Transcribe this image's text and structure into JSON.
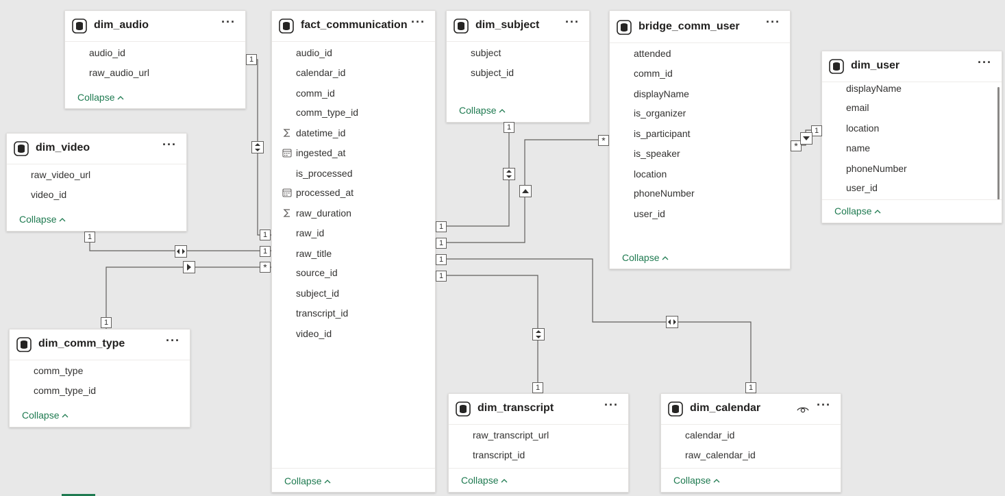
{
  "tables": {
    "dim_audio": {
      "title": "dim_audio",
      "fields": [
        "audio_id",
        "raw_audio_url"
      ],
      "collapse": "Collapse"
    },
    "fact_communication": {
      "title": "fact_communication",
      "fields": [
        "audio_id",
        "calendar_id",
        "comm_id",
        "comm_type_id",
        "datetime_id",
        "ingested_at",
        "is_processed",
        "processed_at",
        "raw_duration",
        "raw_id",
        "raw_title",
        "source_id",
        "subject_id",
        "transcript_id",
        "video_id"
      ],
      "collapse": "Collapse"
    },
    "dim_subject": {
      "title": "dim_subject",
      "fields": [
        "subject",
        "subject_id"
      ],
      "collapse": "Collapse"
    },
    "bridge_comm_user": {
      "title": "bridge_comm_user",
      "fields": [
        "attended",
        "comm_id",
        "displayName",
        "is_organizer",
        "is_participant",
        "is_speaker",
        "location",
        "phoneNumber",
        "user_id"
      ],
      "collapse": "Collapse"
    },
    "dim_user": {
      "title": "dim_user",
      "fields": [
        "displayName",
        "email",
        "location",
        "name",
        "phoneNumber",
        "user_id"
      ],
      "collapse": "Collapse"
    },
    "dim_video": {
      "title": "dim_video",
      "fields": [
        "raw_video_url",
        "video_id"
      ],
      "collapse": "Collapse"
    },
    "dim_comm_type": {
      "title": "dim_comm_type",
      "fields": [
        "comm_type",
        "comm_type_id"
      ],
      "collapse": "Collapse"
    },
    "dim_transcript": {
      "title": "dim_transcript",
      "fields": [
        "raw_transcript_url",
        "transcript_id"
      ],
      "collapse": "Collapse"
    },
    "dim_calendar": {
      "title": "dim_calendar",
      "fields": [
        "calendar_id",
        "raw_calendar_id"
      ],
      "collapse": "Collapse"
    }
  },
  "more_label": "···",
  "cardinality": {
    "one": "1",
    "many": "*"
  },
  "field_icons": {
    "datetime_id": "sigma-icon",
    "raw_duration": "sigma-icon",
    "ingested_at": "calendar-icon",
    "processed_at": "calendar-icon"
  },
  "colors": {
    "accent": "#1e7a50",
    "line": "#605e5c",
    "canvas": "#e8e8e8"
  }
}
